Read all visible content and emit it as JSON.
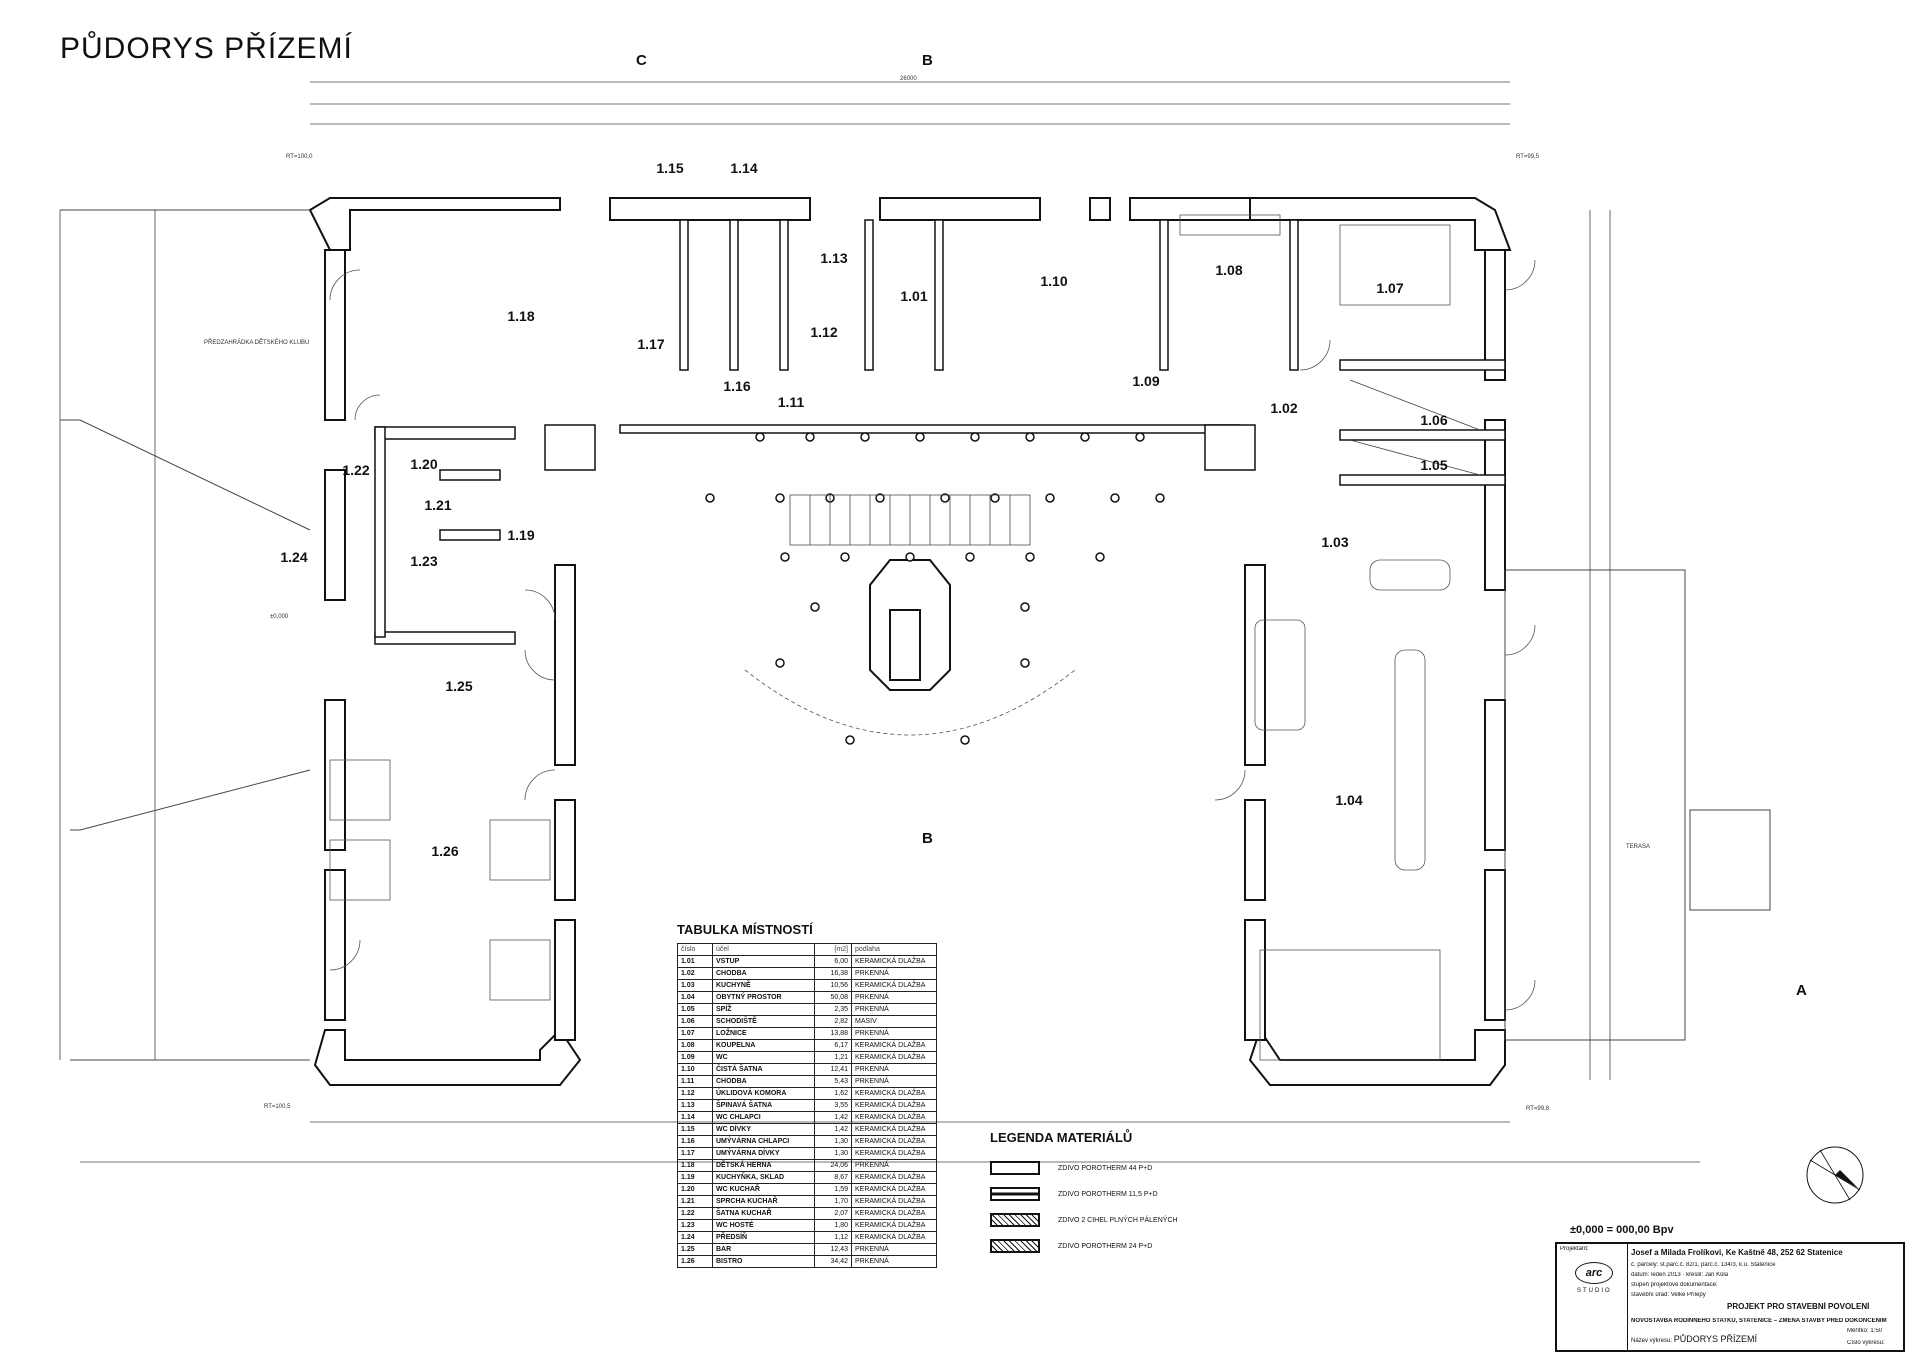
{
  "title": "PŮDORYS PŘÍZEMÍ",
  "section_marks": {
    "c_top": "C",
    "b_top": "B",
    "b_mid": "B",
    "a_right": "A"
  },
  "notes": {
    "rt_top_left": "RT=100,0",
    "rt_top_right": "RT=99,5",
    "rt_bottom_left": "RT=100,5",
    "rt_bottom_right": "RT=99,8",
    "entrance_level": "±0,000",
    "kids_club": "PŘEDZAHRÁDKA DĚTSKÉHO KLUBU",
    "terasa": "TERASA",
    "overall_width": "26000"
  },
  "rooms": [
    {
      "id": "1.01",
      "name": "VSTUP",
      "area": "6,00",
      "floor": "KERAMICKÁ DLAŽBA"
    },
    {
      "id": "1.02",
      "name": "CHODBA",
      "area": "16,38",
      "floor": "PRKENNÁ"
    },
    {
      "id": "1.03",
      "name": "KUCHYNĚ",
      "area": "10,56",
      "floor": "KERAMICKÁ DLAŽBA"
    },
    {
      "id": "1.04",
      "name": "OBYTNÝ PROSTOR",
      "area": "50,08",
      "floor": "PRKENNÁ"
    },
    {
      "id": "1.05",
      "name": "SPÍŽ",
      "area": "2,35",
      "floor": "PRKENNÁ"
    },
    {
      "id": "1.06",
      "name": "SCHODIŠTĚ",
      "area": "2,82",
      "floor": "MASIV"
    },
    {
      "id": "1.07",
      "name": "LOŽNICE",
      "area": "13,88",
      "floor": "PRKENNÁ"
    },
    {
      "id": "1.08",
      "name": "KOUPELNA",
      "area": "6,17",
      "floor": "KERAMICKÁ DLAŽBA"
    },
    {
      "id": "1.09",
      "name": "WC",
      "area": "1,21",
      "floor": "KERAMICKÁ DLAŽBA"
    },
    {
      "id": "1.10",
      "name": "ČISTÁ ŠATNA",
      "area": "12,41",
      "floor": "PRKENNÁ"
    },
    {
      "id": "1.11",
      "name": "CHODBA",
      "area": "5,43",
      "floor": "PRKENNÁ"
    },
    {
      "id": "1.12",
      "name": "ÚKLIDOVÁ KOMORA",
      "area": "1,62",
      "floor": "KERAMICKÁ DLAŽBA"
    },
    {
      "id": "1.13",
      "name": "ŠPINAVÁ ŠATNA",
      "area": "3,55",
      "floor": "KERAMICKÁ DLAŽBA"
    },
    {
      "id": "1.14",
      "name": "WC CHLAPCI",
      "area": "1,42",
      "floor": "KERAMICKÁ DLAŽBA"
    },
    {
      "id": "1.15",
      "name": "WC DÍVKY",
      "area": "1,42",
      "floor": "KERAMICKÁ DLAŽBA"
    },
    {
      "id": "1.16",
      "name": "UMÝVÁRNA CHLAPCI",
      "area": "1,30",
      "floor": "KERAMICKÁ DLAŽBA"
    },
    {
      "id": "1.17",
      "name": "UMÝVÁRNA DÍVKY",
      "area": "1,30",
      "floor": "KERAMICKÁ DLAŽBA"
    },
    {
      "id": "1.18",
      "name": "DĚTSKÁ HERNA",
      "area": "24,06",
      "floor": "PRKENNÁ"
    },
    {
      "id": "1.19",
      "name": "KUCHYŇKA, SKLAD",
      "area": "8,67",
      "floor": "KERAMICKÁ DLAŽBA"
    },
    {
      "id": "1.20",
      "name": "WC KUCHAŘ",
      "area": "1,59",
      "floor": "KERAMICKÁ DLAŽBA"
    },
    {
      "id": "1.21",
      "name": "SPRCHA KUCHAŘ",
      "area": "1,70",
      "floor": "KERAMICKÁ DLAŽBA"
    },
    {
      "id": "1.22",
      "name": "ŠATNA KUCHAŘ",
      "area": "2,07",
      "floor": "KERAMICKÁ DLAŽBA"
    },
    {
      "id": "1.23",
      "name": "WC HOSTÉ",
      "area": "1,80",
      "floor": "KERAMICKÁ DLAŽBA"
    },
    {
      "id": "1.24",
      "name": "PŘEDSÍŇ",
      "area": "1,12",
      "floor": "KERAMICKÁ DLAŽBA"
    },
    {
      "id": "1.25",
      "name": "BAR",
      "area": "12,43",
      "floor": "PRKENNÁ"
    },
    {
      "id": "1.26",
      "name": "BISTRO",
      "area": "34,42",
      "floor": "PRKENNÁ"
    }
  ],
  "room_table": {
    "title": "TABULKA MÍSTNOSTÍ",
    "header": {
      "num": "číslo",
      "name": "účel",
      "area": "[m2]",
      "floor": "podlaha"
    }
  },
  "legend": {
    "title": "LEGENDA MATERIÁLŮ",
    "items": [
      {
        "label": "ZDIVO POROTHERM 44 P+D",
        "style": "fill"
      },
      {
        "label": "ZDIVO POROTHERM 11,5 P+D",
        "style": "mid"
      },
      {
        "label": "ZDIVO 2 CIHEL PLNÝCH PÁLENÝCH",
        "style": "hatch"
      },
      {
        "label": "ZDIVO POROTHERM 24 P+D",
        "style": "hatch"
      }
    ]
  },
  "datum": "±0,000 = 000,00 Bpv",
  "title_block": {
    "projektant": "Projektant:",
    "logo": "arc",
    "studio": "STUDIO",
    "investor": "Josef a Milada Frolíkovi, Ke Kaštně 48, 252 62 Statenice",
    "parcely": "č. parcely: st.parc.č. 82/1, parc.č. 134/3, k.ú. Statenice",
    "datum_label": "datum:",
    "datum": "leden 2013",
    "stupen": "stupeň projektové dokumentace:",
    "urad": "stavební úřad:",
    "urad_value": "Velké Přílepy",
    "kreslil": "kreslil: Jan Kůla",
    "stage": "PROJEKT PRO STAVEBNÍ POVOLENÍ",
    "akce": "NOVOSTAVBA RODINNÉHO STATKU, STATENICE – ZMĚNA STAVBY PŘED DOKONČENÍM",
    "vykres_label": "Název výkresu:",
    "vykres": "PŮDORYS PŘÍZEMÍ",
    "meritko_label": "Měřítko:",
    "meritko": "1:50",
    "cislo_label": "Číslo výkresu:"
  }
}
